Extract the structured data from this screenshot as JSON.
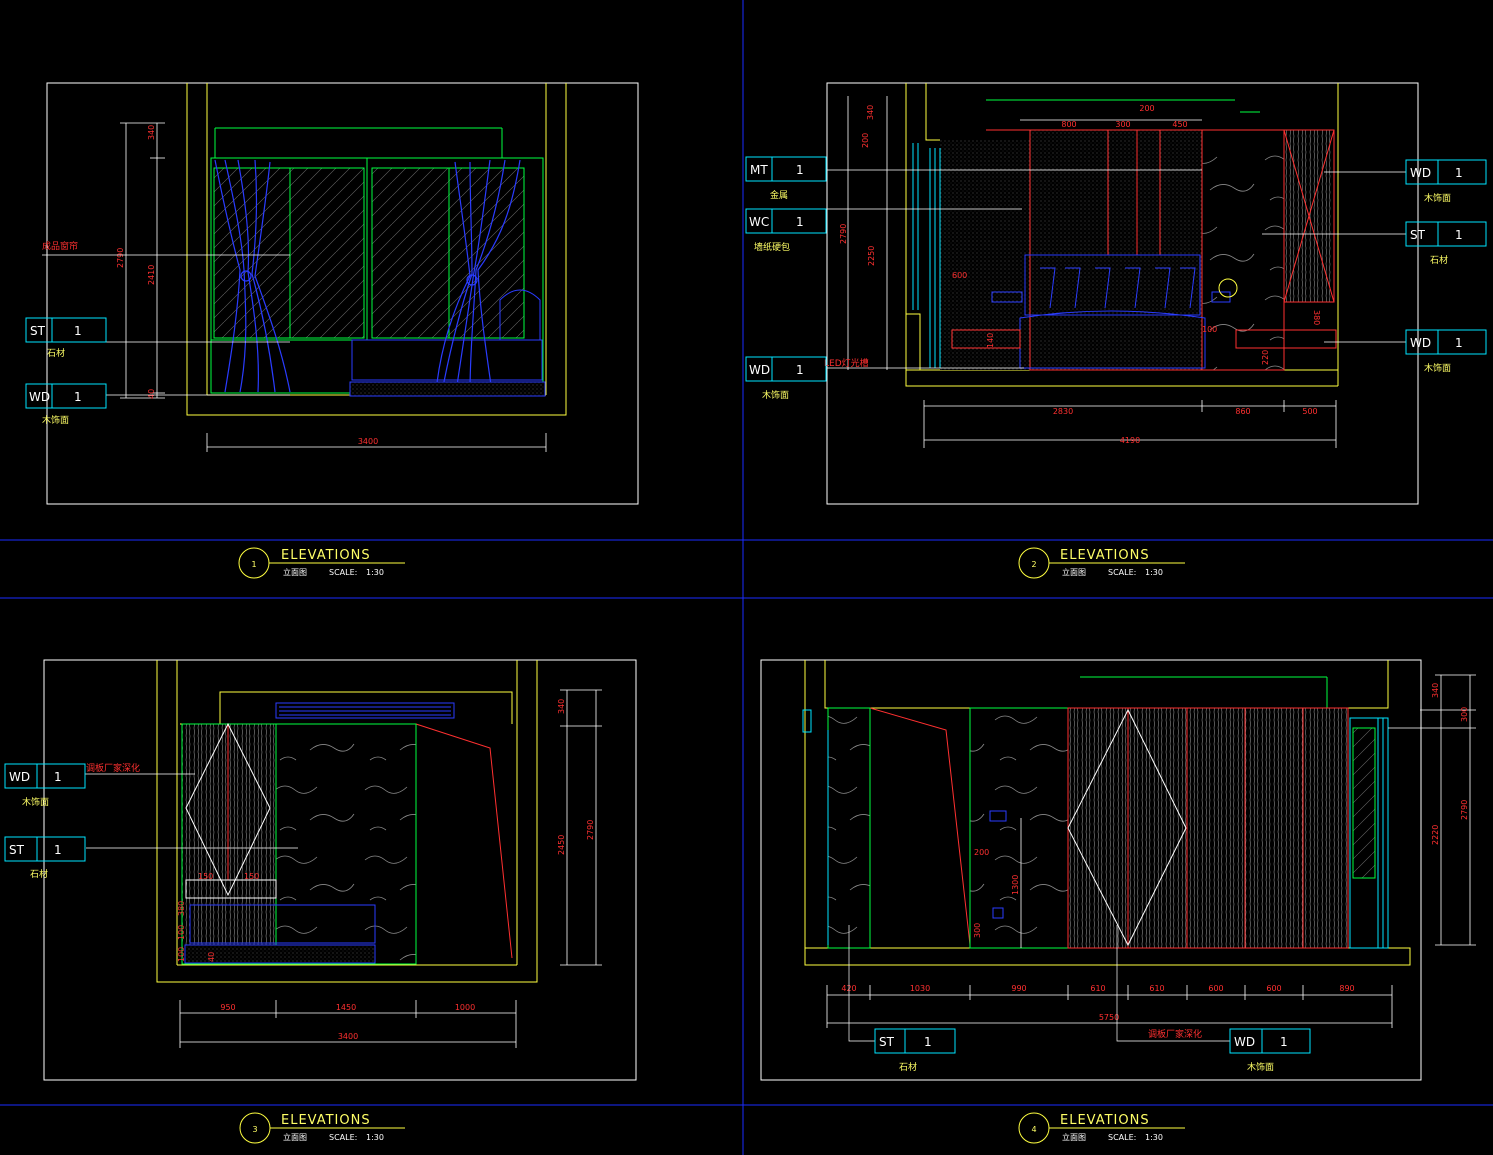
{
  "colors": {
    "background": "#000000",
    "frame": "#ffffff",
    "wall": "#ffff40",
    "glass": "#00ff40",
    "curtain": "#2a3cff",
    "dimension": "#ff3030",
    "accent_cyan": "#00e5ff",
    "leader": "#ffffff",
    "viewport_divider": "#1a2cff"
  },
  "panels": [
    {
      "number": "1",
      "title": "ELEVATIONS",
      "subtitle": "立面图",
      "scale_label": "SCALE:",
      "scale_value": "1:30",
      "dims": {
        "overall_width": "3400",
        "height_total": "2790",
        "height_a": "340",
        "height_b": "2410",
        "height_c": "40"
      },
      "tags": [
        {
          "code": "ST",
          "num": "1",
          "note": "石材"
        },
        {
          "code": "WD",
          "num": "1",
          "note": "木饰面"
        }
      ],
      "notes": [
        {
          "text": "成品窗帘"
        }
      ]
    },
    {
      "number": "2",
      "title": "ELEVATIONS",
      "subtitle": "立面图",
      "scale_label": "SCALE:",
      "scale_value": "1:30",
      "dims": {
        "top_total": "200",
        "top_a": "800",
        "top_b": "300",
        "top_c": "450",
        "h_a": "340",
        "h_b": "200",
        "h_c": "2790",
        "h_d": "2250",
        "side_a": "600",
        "bottom_a": "2830",
        "bottom_b": "860",
        "bottom_c": "500",
        "overall": "4190",
        "r_a": "380",
        "r_b": "220",
        "r_c": "100",
        "r_d": "140"
      },
      "tags": [
        {
          "code": "MT",
          "num": "1",
          "note": "金属"
        },
        {
          "code": "WC",
          "num": "1",
          "note": "墙纸硬包"
        },
        {
          "code": "WD",
          "num": "1",
          "note": "木饰面"
        },
        {
          "code": "WD",
          "num": "1",
          "note": "木饰面"
        },
        {
          "code": "ST",
          "num": "1",
          "note": "石材"
        },
        {
          "code": "WD",
          "num": "1",
          "note": "木饰面"
        }
      ],
      "notes": [
        {
          "text": "LED灯光槽"
        }
      ]
    },
    {
      "number": "3",
      "title": "ELEVATIONS",
      "subtitle": "立面图",
      "scale_label": "SCALE:",
      "scale_value": "1:30",
      "dims": {
        "bottom_a": "950",
        "bottom_b": "1450",
        "bottom_c": "1000",
        "overall": "3400",
        "h_a": "340",
        "h_b": "2450",
        "h_c": "2790",
        "small_a": "150",
        "small_b": "150",
        "small_c": "380",
        "small_d": "100",
        "small_e": "100",
        "small_f": "40"
      },
      "tags": [
        {
          "code": "WD",
          "num": "1",
          "note": "木饰面"
        },
        {
          "code": "ST",
          "num": "1",
          "note": "石材"
        }
      ],
      "notes": [
        {
          "text": "调板厂家深化"
        }
      ]
    },
    {
      "number": "4",
      "title": "ELEVATIONS",
      "subtitle": "立面图",
      "scale_label": "SCALE:",
      "scale_value": "1:30",
      "dims": {
        "b1": "420",
        "b2": "1030",
        "b3": "990",
        "b4": "610",
        "b5": "610",
        "b6": "600",
        "b7": "600",
        "b8": "890",
        "overall": "5750",
        "h_a": "340",
        "h_b": "2220",
        "h_c": "2790",
        "h_d": "300",
        "m_a": "200",
        "m_b": "1300",
        "m_c": "300"
      },
      "tags": [
        {
          "code": "ST",
          "num": "1",
          "note": "石材"
        },
        {
          "code": "WD",
          "num": "1",
          "note": "木饰面"
        }
      ],
      "notes": [
        {
          "text": "调板厂家深化"
        }
      ]
    }
  ]
}
